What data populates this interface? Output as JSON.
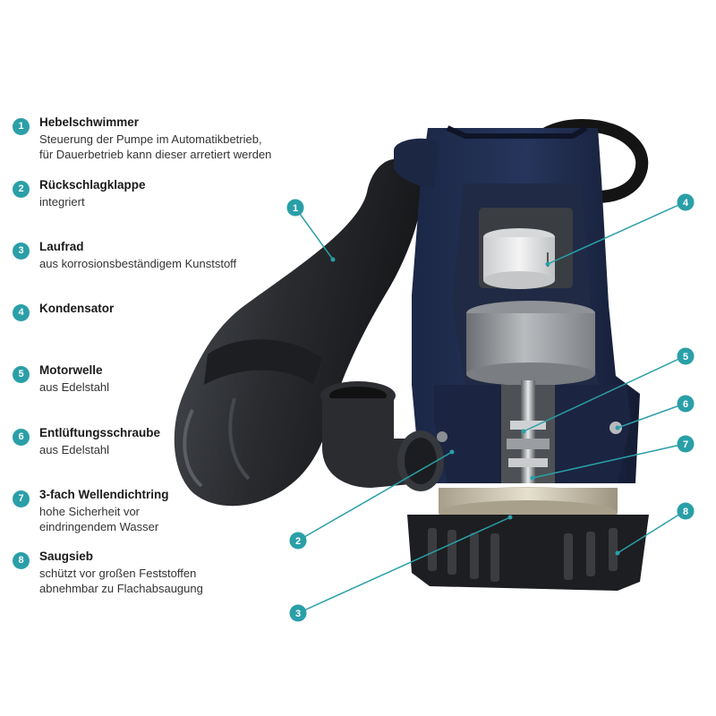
{
  "accent_color": "#2a9fa8",
  "legend": [
    {
      "num": "1",
      "title": "Hebelschwimmer",
      "desc": "Steuerung der Pumpe im Automatikbetrieb,\nfür Dauerbetrieb kann dieser arretiert werden"
    },
    {
      "num": "2",
      "title": "Rückschlagklappe",
      "desc": "integriert"
    },
    {
      "num": "3",
      "title": "Laufrad",
      "desc": "aus korrosionsbeständigem Kunststoff"
    },
    {
      "num": "4",
      "title": "Kondensator",
      "desc": ""
    },
    {
      "num": "5",
      "title": "Motorwelle",
      "desc": "aus Edelstahl"
    },
    {
      "num": "6",
      "title": "Entlüftungsschraube",
      "desc": "aus Edelstahl"
    },
    {
      "num": "7",
      "title": "3-fach Wellendichtring",
      "desc": "hohe Sicherheit vor\neindringendem Wasser"
    },
    {
      "num": "8",
      "title": "Saugsieb",
      "desc": "schützt vor großen Feststoffen\nabnehmbar zu Flachabsaugung"
    }
  ],
  "callouts": [
    "1",
    "2",
    "3",
    "4",
    "5",
    "6",
    "7",
    "8"
  ]
}
